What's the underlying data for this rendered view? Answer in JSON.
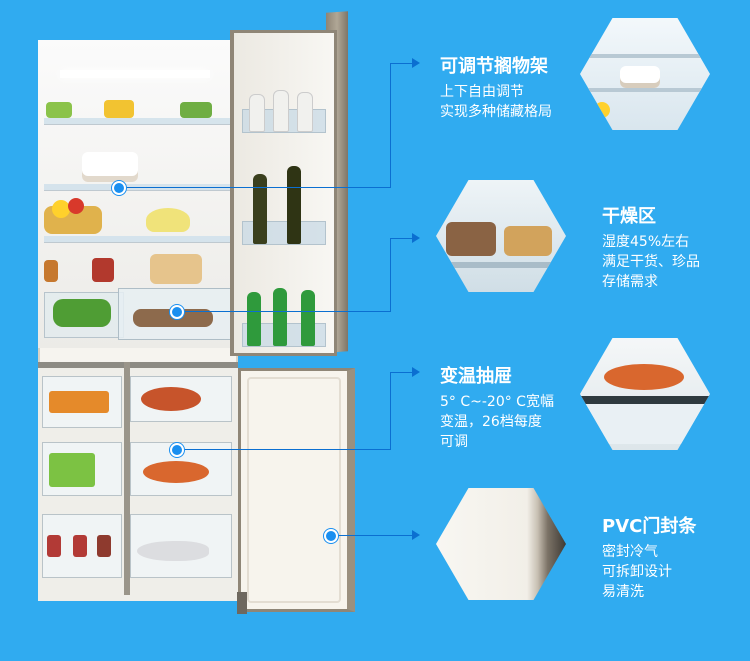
{
  "features": [
    {
      "title": "可调节搁物架",
      "lines": [
        "上下自由调节",
        "实现多种储藏格局"
      ]
    },
    {
      "title": "干燥区",
      "lines": [
        "湿度45%左右",
        "满足干货、珍品",
        "存储需求"
      ]
    },
    {
      "title": "变温抽屉",
      "lines": [
        "5° C~-20° C宽幅",
        "变温，26档每度",
        "可调"
      ]
    },
    {
      "title": "PVC门封条",
      "lines": [
        "密封冷气",
        "可拆卸设计",
        "易清洗"
      ]
    }
  ],
  "colors": {
    "background": "#30abf0",
    "callout_line": "#0b6fd1",
    "dot": "#1a8ff0",
    "text": "#ffffff"
  }
}
